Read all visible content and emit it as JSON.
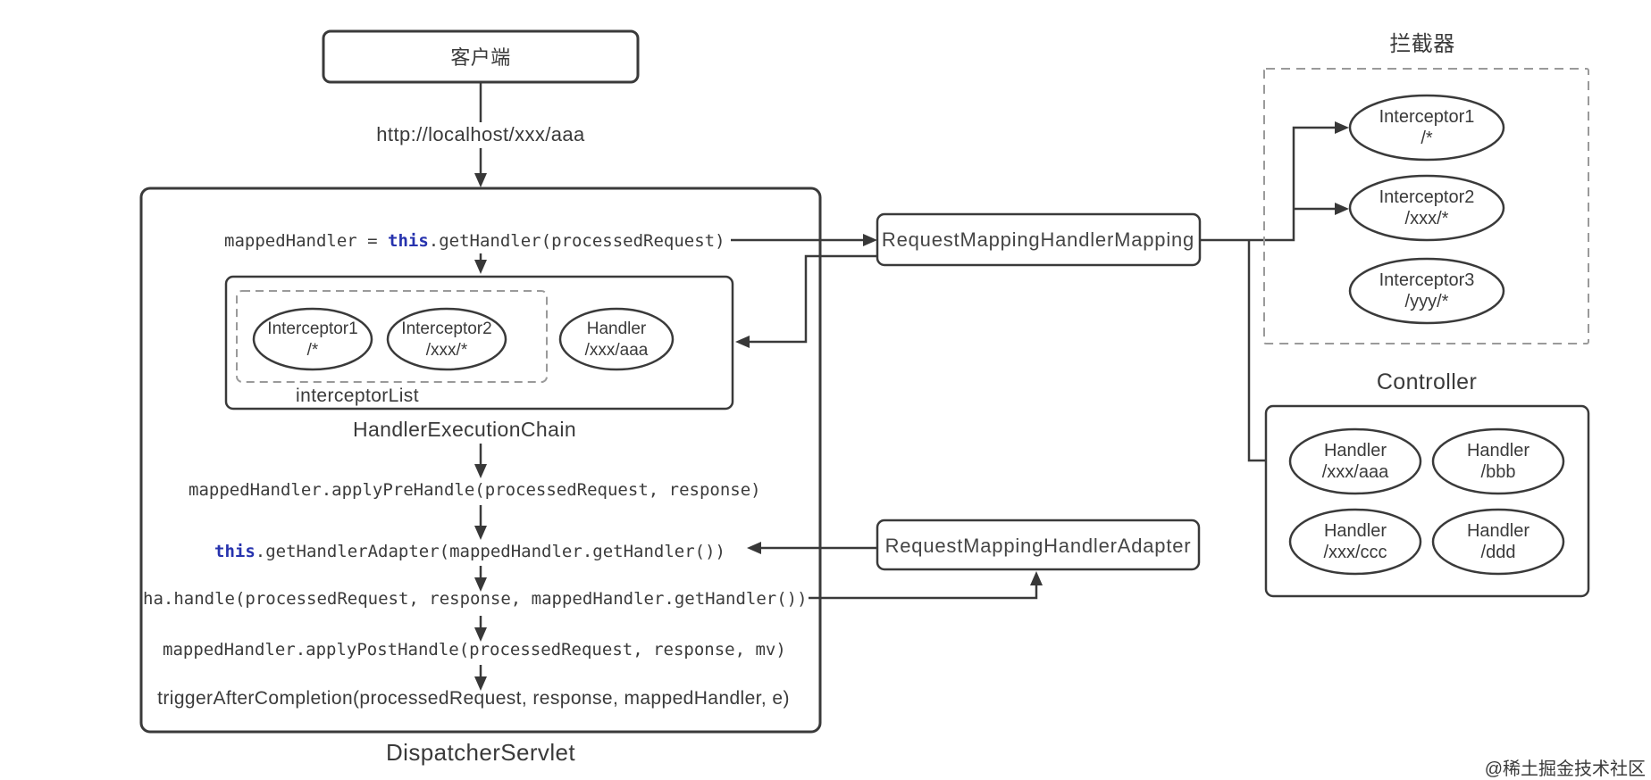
{
  "client": {
    "label": "客户端"
  },
  "request": {
    "url": "http://localhost/xxx/aaa"
  },
  "boxes": {
    "mapping": "RequestMappingHandlerMapping",
    "adapter": "RequestMappingHandlerAdapter"
  },
  "dispatcher": {
    "label": "DispatcherServlet",
    "code": {
      "line1": {
        "pre": "mappedHandler = ",
        "kw": "this",
        "post": ".getHandler(processedRequest)"
      },
      "pre_handle": "mappedHandler.applyPreHandle(processedRequest, response)",
      "adapter_call": {
        "kw": "this",
        "post": ".getHandlerAdapter(mappedHandler.getHandler())"
      },
      "ha_handle": "ha.handle(processedRequest, response, mappedHandler.getHandler())",
      "post_handle": "mappedHandler.applyPostHandle(processedRequest, response, mv)",
      "trigger": "triggerAfterCompletion(processedRequest, response, mappedHandler, e)"
    },
    "hec": {
      "label": "HandlerExecutionChain",
      "interceptor_list_label": "interceptorList",
      "items": [
        {
          "name": "Interceptor1",
          "path": "/*"
        },
        {
          "name": "Interceptor2",
          "path": "/xxx/*"
        }
      ],
      "handler": {
        "name": "Handler",
        "path": "/xxx/aaa"
      }
    }
  },
  "interceptors_panel": {
    "title": "拦截器",
    "items": [
      {
        "name": "Interceptor1",
        "path": "/*"
      },
      {
        "name": "Interceptor2",
        "path": "/xxx/*"
      },
      {
        "name": "Interceptor3",
        "path": "/yyy/*"
      }
    ]
  },
  "controller_panel": {
    "title": "Controller",
    "handlers": [
      {
        "name": "Handler",
        "path": "/xxx/aaa"
      },
      {
        "name": "Handler",
        "path": "/bbb"
      },
      {
        "name": "Handler",
        "path": "/xxx/ccc"
      },
      {
        "name": "Handler",
        "path": "/ddd"
      }
    ]
  },
  "watermark": {
    "text": "@稀土掘金技术社区"
  },
  "colors": {
    "stroke": "#3a3a3a",
    "code_text": "#3b3b3b",
    "keyword_blue": "#2733ae",
    "dashed_border": "#9a9a9a",
    "watermark_gray": "#c2c2c2",
    "background": "#ffffff"
  }
}
